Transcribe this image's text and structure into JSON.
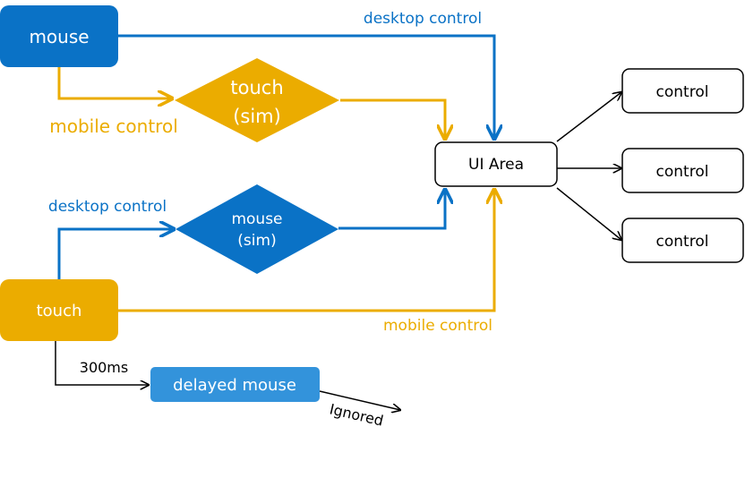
{
  "nodes": {
    "mouse": "mouse",
    "touch_sim_line1": "touch",
    "touch_sim_line2": "(sim)",
    "ui_area": "UI Area",
    "mouse_sim_line1": "mouse",
    "mouse_sim_line2": "(sim)",
    "touch": "touch",
    "delayed_mouse": "delayed mouse",
    "control_1": "control",
    "control_2": "control",
    "control_3": "control"
  },
  "labels": {
    "desktop_control_top": "desktop control",
    "mobile_control_top": "mobile control",
    "desktop_control_mid": "desktop control",
    "mobile_control_bottom": "mobile control",
    "delay": "300ms",
    "ignored": "Ignored"
  },
  "colors": {
    "blue": "#0A72C6",
    "orange": "#EBAC00",
    "light_blue": "#3393DB",
    "black": "#000000"
  }
}
